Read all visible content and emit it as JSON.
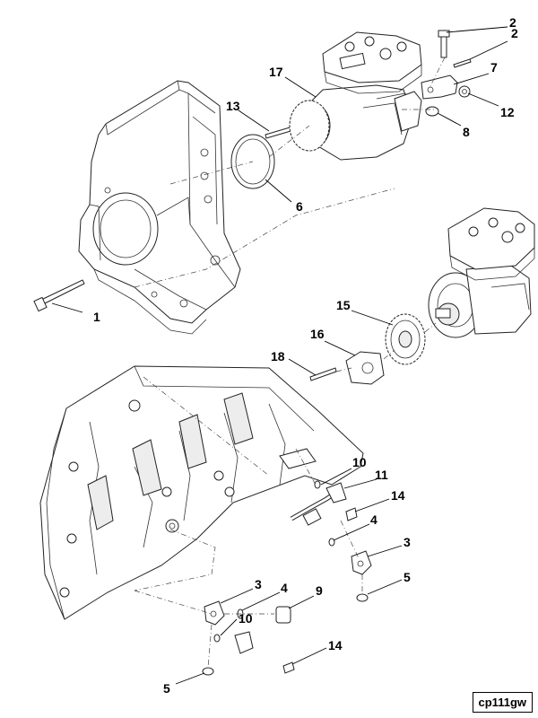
{
  "figure_code": "cp111gw",
  "callouts": {
    "c1": "1",
    "c2a": "2",
    "c2b": "2",
    "c3a": "3",
    "c3b": "3",
    "c4a": "4",
    "c4b": "4",
    "c5a": "5",
    "c5b": "5",
    "c6": "6",
    "c7": "7",
    "c8": "8",
    "c9": "9",
    "c10a": "10",
    "c10b": "10",
    "c11": "11",
    "c12": "12",
    "c13": "13",
    "c14a": "14",
    "c14b": "14",
    "c15": "15",
    "c16": "16",
    "c17": "17",
    "c18": "18"
  }
}
